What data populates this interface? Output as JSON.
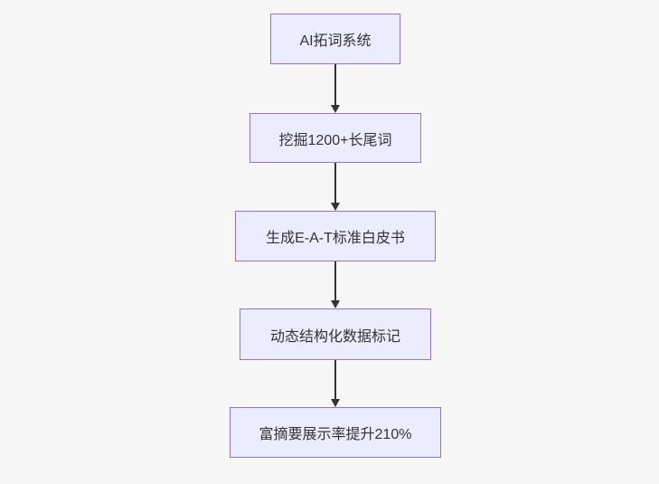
{
  "diagram": {
    "type": "flowchart",
    "direction": "top-down",
    "nodes": [
      {
        "id": "A",
        "label": "AI拓词系统"
      },
      {
        "id": "B",
        "label": "挖掘1200+长尾词"
      },
      {
        "id": "C",
        "label": "生成E-A-T标准白皮书"
      },
      {
        "id": "D",
        "label": "动态结构化数据标记"
      },
      {
        "id": "E",
        "label": "富摘要展示率提升210%"
      }
    ],
    "edges": [
      {
        "from": "A",
        "to": "B"
      },
      {
        "from": "B",
        "to": "C"
      },
      {
        "from": "C",
        "to": "D"
      },
      {
        "from": "D",
        "to": "E"
      }
    ],
    "colors": {
      "node_fill": "#ECECFF",
      "node_border": "#9370DB",
      "arrow": "#333333",
      "text": "#333333",
      "background": "#f7f7f7"
    }
  }
}
